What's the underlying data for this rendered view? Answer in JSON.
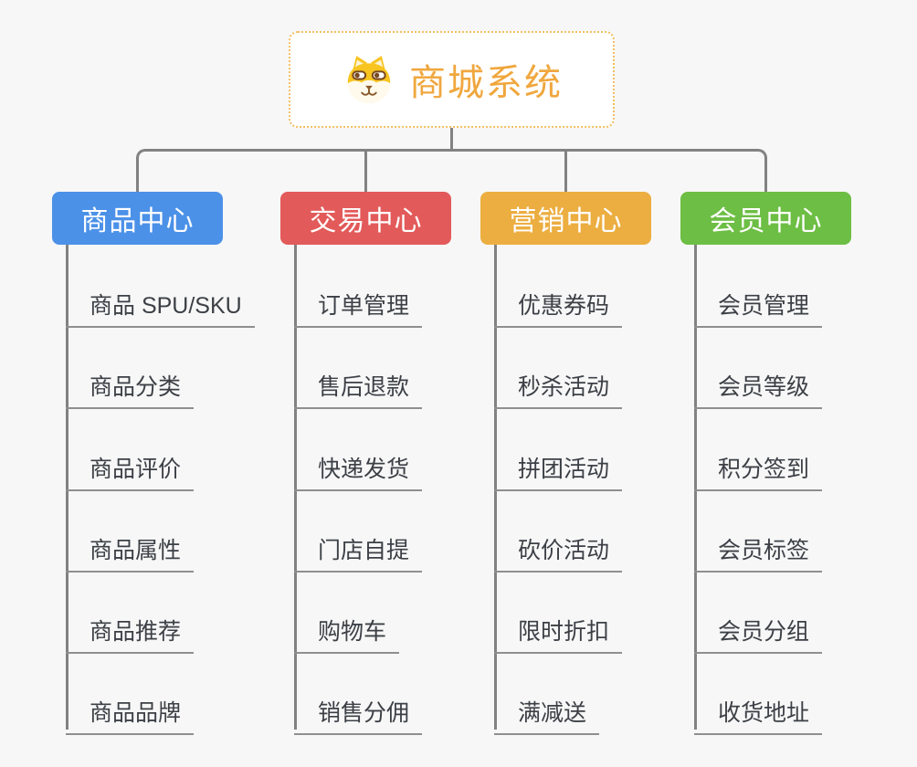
{
  "root": {
    "title": "商城系统",
    "icon": "shiba-dog-icon",
    "text_color": "#f0a73e",
    "border_color": "#f2be62"
  },
  "branches": [
    {
      "label": "商品中心",
      "color": "#4b91e8",
      "items": [
        "商品 SPU/SKU",
        "商品分类",
        "商品评价",
        "商品属性",
        "商品推荐",
        "商品品牌"
      ]
    },
    {
      "label": "交易中心",
      "color": "#e35a5a",
      "items": [
        "订单管理",
        "售后退款",
        "快递发货",
        "门店自提",
        "购物车",
        "销售分佣"
      ]
    },
    {
      "label": "营销中心",
      "color": "#ecae41",
      "items": [
        "优惠券码",
        "秒杀活动",
        "拼团活动",
        "砍价活动",
        "限时折扣",
        "满减送"
      ]
    },
    {
      "label": "会员中心",
      "color": "#6dbe44",
      "items": [
        "会员管理",
        "会员等级",
        "积分签到",
        "会员标签",
        "会员分组",
        "收货地址"
      ]
    }
  ],
  "connector_color": "#828282"
}
